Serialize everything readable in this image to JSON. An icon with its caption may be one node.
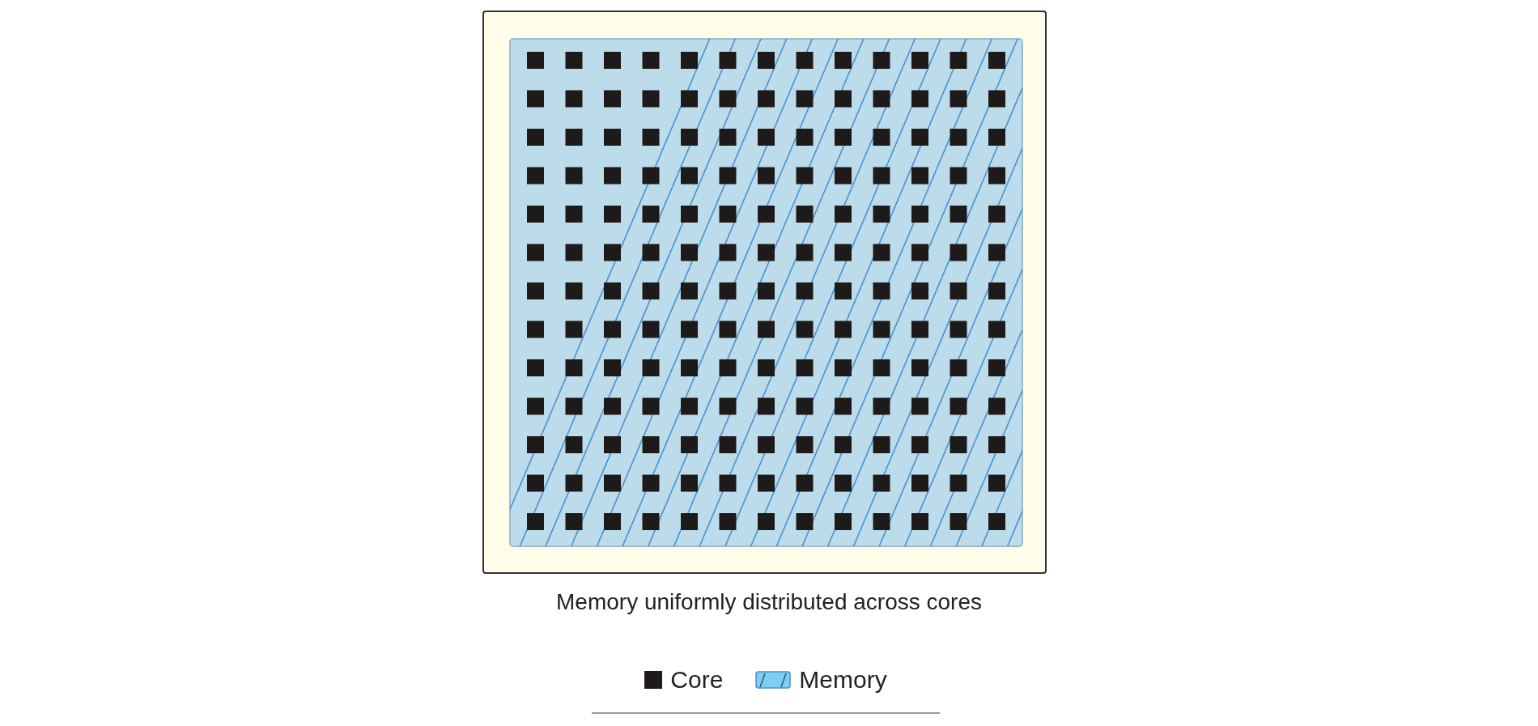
{
  "diagram": {
    "caption": "Memory uniformly distributed across cores",
    "legend": [
      {
        "text": "Core",
        "color": "#1f1a1a"
      },
      {
        "text": "Memory",
        "color": "#7fcdf0"
      }
    ]
  }
}
